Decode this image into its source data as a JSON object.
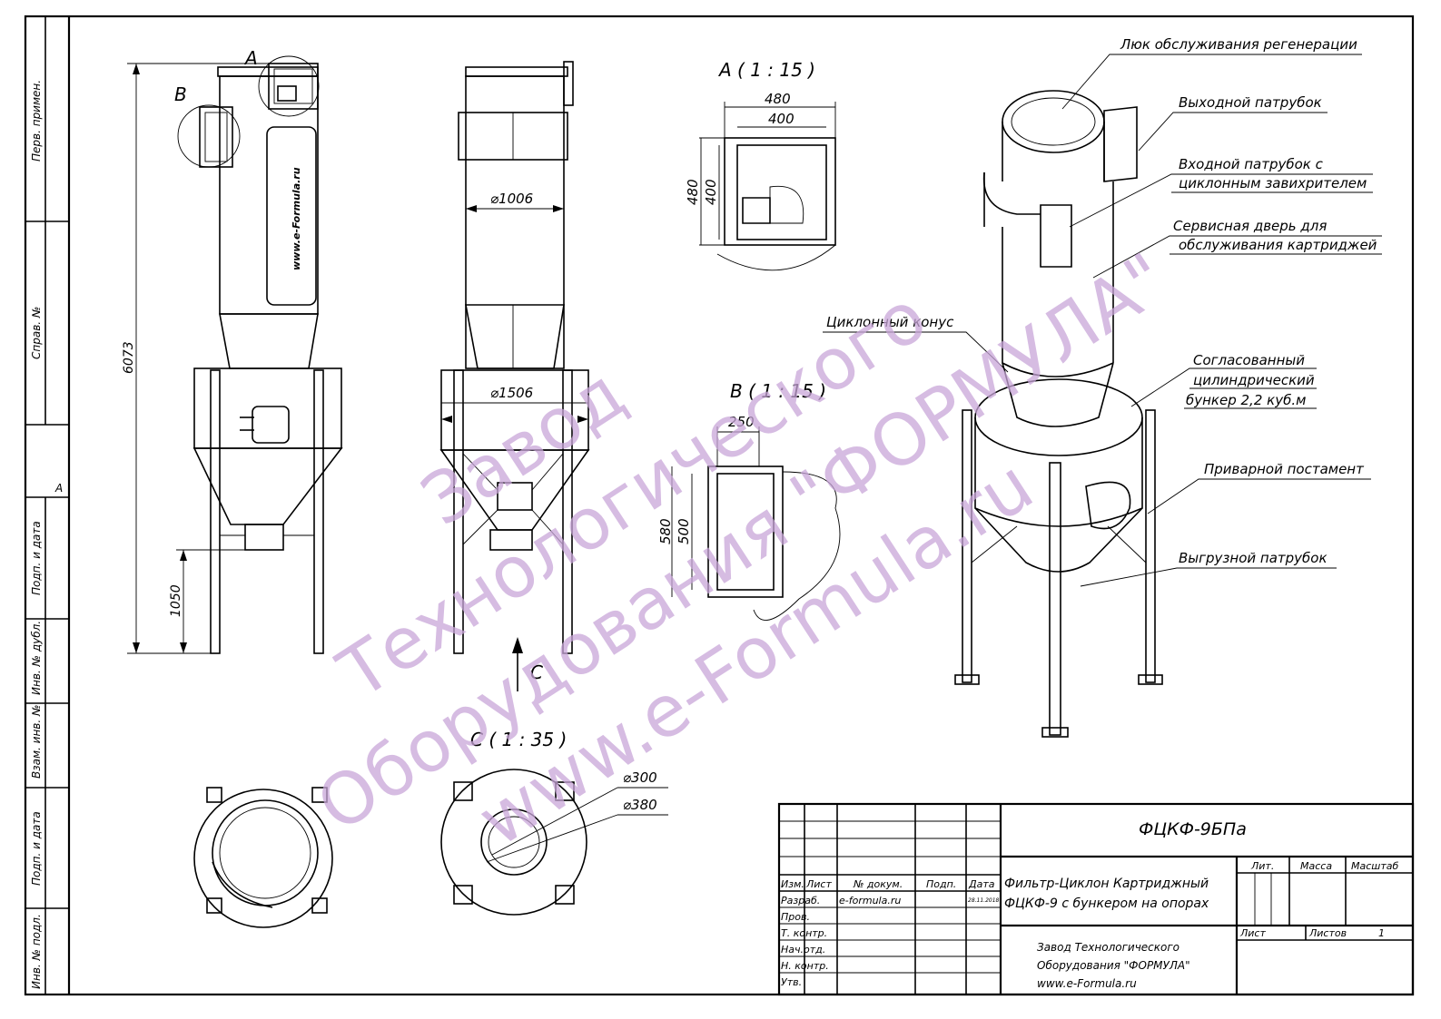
{
  "side_stamps": [
    "Перв. примен.",
    "Справ. №",
    "Подп. и дата",
    "Инв. № дубл.",
    "Взам. инв. №",
    "Подп. и дата",
    "Инв. № подл."
  ],
  "sheet_format_letter": "A",
  "view_letters": {
    "a": "A",
    "b": "B",
    "c": "C"
  },
  "logo_text": "www.e-Formula.ru",
  "dimensions": {
    "height_total": "6073",
    "height_leg": "1050",
    "dia_body": "⌀1006",
    "dia_hopper": "⌀1506",
    "a_w_outer": "480",
    "a_w_inner": "400",
    "a_h_outer": "480",
    "a_h_inner": "400",
    "b_w": "250",
    "b_h_outer": "580",
    "b_h_inner": "500",
    "c_d1": "⌀300",
    "c_d2": "⌀380"
  },
  "view_titles": {
    "a": "A ( 1 : 15 )",
    "b": "B ( 1 : 15 )",
    "c": "C ( 1 : 35 )"
  },
  "callouts": [
    "Люк обслуживания регенерации",
    "Выходной патрубок",
    "Входной патрубок с",
    "циклонным завихрителем",
    "Сервисная дверь для",
    "обслуживания картриджей",
    "Циклонный конус",
    "Согласованный",
    "цилиндрический",
    "бункер 2,2 куб.м",
    "Приварной постамент",
    "Выгрузной патрубок"
  ],
  "watermark": [
    "Завод",
    "Технологического",
    "Оборудования \"ФОРМУЛА\"",
    "www.e-Formula.ru"
  ],
  "title_block": {
    "designation": "ФЦКФ-9БПа",
    "name_line1": "Фильтр-Циклон Картриджный",
    "name_line2": "ФЦКФ-9 с бункером на опорах",
    "col_izm": "Изм.",
    "col_list": "Лист",
    "col_doc": "№ докум.",
    "col_podp": "Подп.",
    "col_data": "Дата",
    "row_razrab": "Разраб.",
    "razrab_name": "e-formula.ru",
    "razrab_date": "28.11.2018",
    "row_prov": "Пров.",
    "row_tkontr": "Т. контр.",
    "row_nachotd": "Нач.отд.",
    "row_nkontr": "Н. контр.",
    "row_utv": "Утв.",
    "lit": "Лит.",
    "massa": "Масса",
    "masshtab": "Масштаб",
    "list": "Лист",
    "listov": "Листов",
    "listov_val": "1",
    "org_line1": "Завод Технологического",
    "org_line2": "Оборудования \"ФОРМУЛА\"",
    "org_line3": "www.e-Formula.ru"
  }
}
